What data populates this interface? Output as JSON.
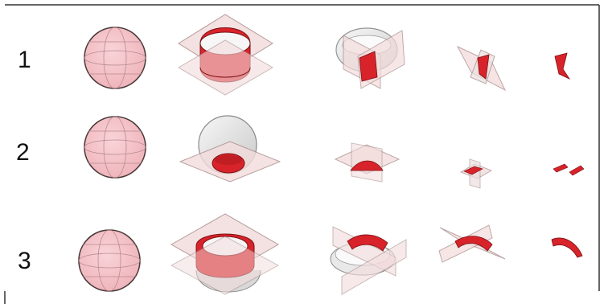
{
  "rows": [
    {
      "label": "1"
    },
    {
      "label": "2"
    },
    {
      "label": "3"
    }
  ],
  "colors": {
    "pink_sphere": "#f4c4c9",
    "sphere_outline": "#4a3a3a",
    "red_surface": "#d8232a",
    "dark_red": "#9b141a",
    "plane_fill": "#f3dcdc",
    "plane_stroke": "#a78a8a",
    "glass": "#e5e5e5",
    "glass_stroke": "#8a8a8a",
    "frame": "#333333"
  }
}
